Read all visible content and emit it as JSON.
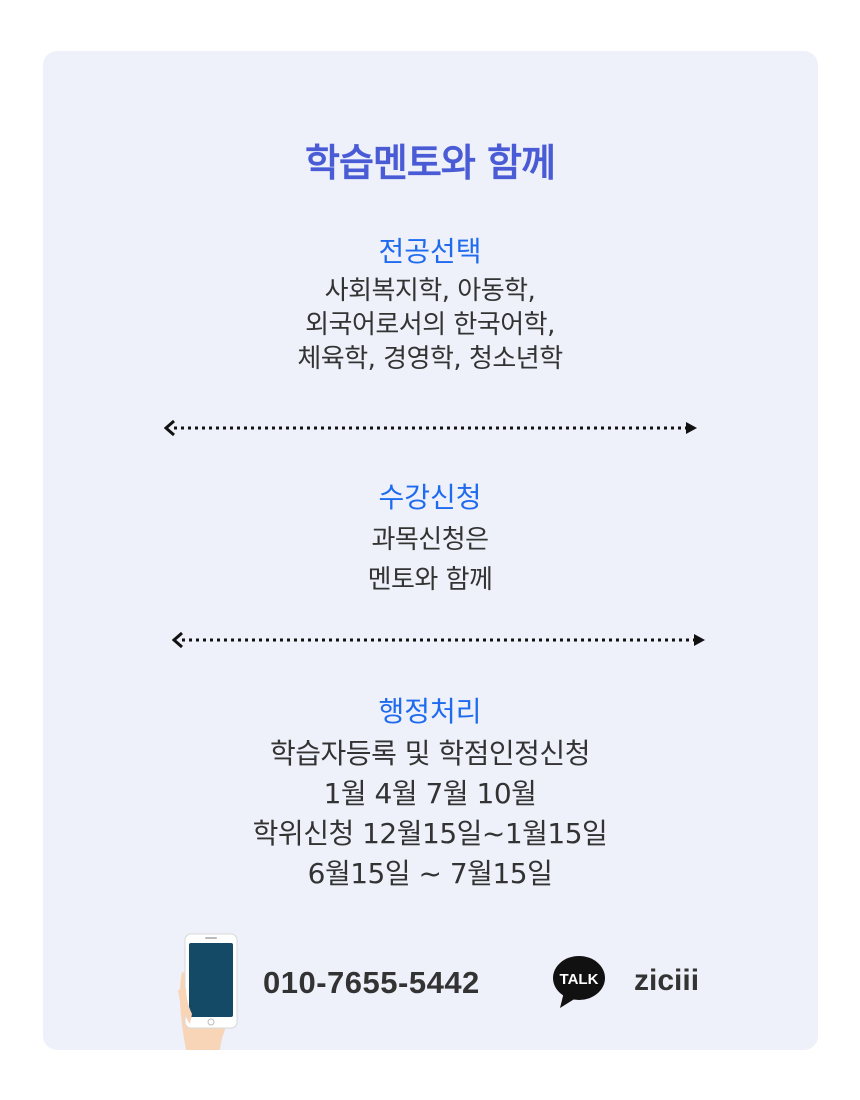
{
  "title": "학습멘토와 함께",
  "sections": [
    {
      "heading": "전공선택",
      "lines": [
        "사회복지학, 아동학,",
        "외국어로서의 한국어학,",
        "체육학, 경영학, 청소년학"
      ]
    },
    {
      "heading": "수강신청",
      "lines": [
        "과목신청은",
        "멘토와 함께"
      ]
    },
    {
      "heading": "행정처리",
      "lines": [
        "학습자등록 및 학점인정신청",
        "1월 4월 7월 10월",
        "학위신청 12월15일~1월15일",
        "6월15일 ~ 7월15일"
      ]
    }
  ],
  "contact": {
    "phone": "010-7655-5442",
    "talk_label": "TALK",
    "talk_id": "ziciii",
    "phone_icon": "phone-in-hand-icon",
    "talk_icon": "kakaotalk-icon"
  },
  "colors": {
    "card_bg": "#eef0fa",
    "title": "#4a5bd6",
    "heading": "#1f6bf0",
    "text": "#333333"
  }
}
